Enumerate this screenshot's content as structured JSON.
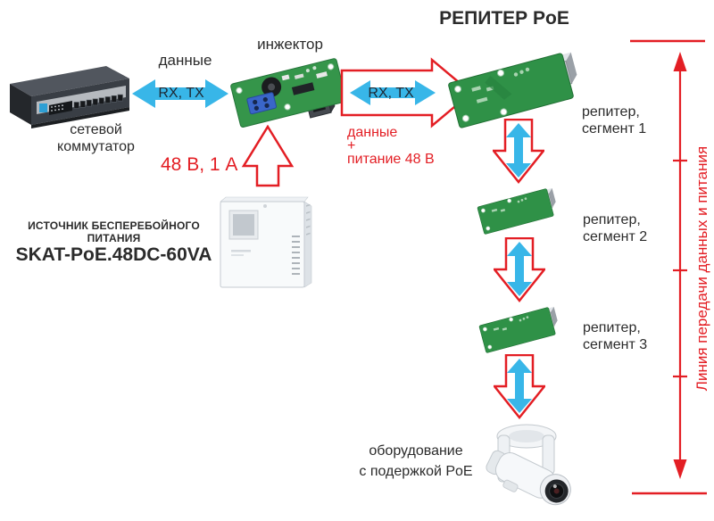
{
  "title": "РЕПИТЕР PoE",
  "switch": {
    "label1": "сетевой",
    "label2": "коммутатор"
  },
  "injector": {
    "label": "инжектор"
  },
  "link_switch_injector": {
    "top_label": "данные",
    "arrow_label": "RX, TX"
  },
  "link_injector_repeater": {
    "arrow_label": "RX, TX",
    "line1": "данные",
    "line2": "+",
    "line3": "питание 48 В"
  },
  "psu": {
    "caption": "ИСТОЧНИК БЕСПЕРЕБОЙНОГО ПИТАНИЯ",
    "model": "SKAT-PoE.48DC-60VA",
    "power_label": "48 В, 1 А"
  },
  "repeaters": [
    {
      "line1": "репитер,",
      "line2": "сегмент 1"
    },
    {
      "line1": "репитер,",
      "line2": "сегмент 2"
    },
    {
      "line1": "репитер,",
      "line2": "сегмент 3"
    }
  ],
  "camera": {
    "line1": "оборудование",
    "line2": "с подержкой PoE"
  },
  "measure": {
    "label": "Линия передачи данных и питания"
  },
  "colors": {
    "red": "#e31e24",
    "blue": "#38b6e8",
    "pcb_green": "#35954a",
    "text": "#2b2b2b"
  }
}
